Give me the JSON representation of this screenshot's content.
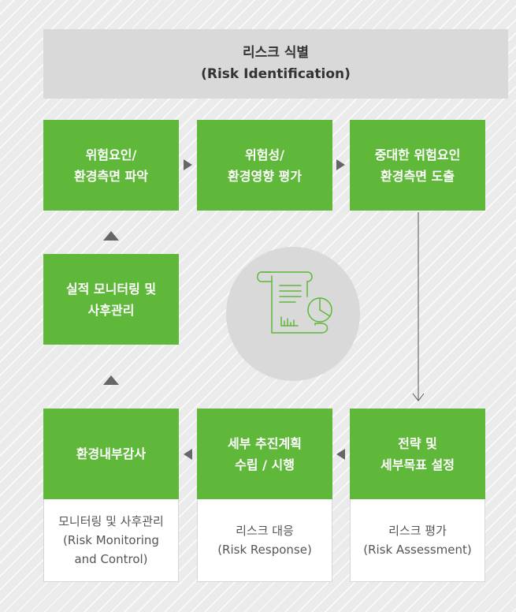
{
  "header": {
    "line1": "리스크 식별",
    "line2": "(Risk Identification)"
  },
  "steps": {
    "s1": {
      "line1": "위험요인/",
      "line2": "환경측면 파악"
    },
    "s2": {
      "line1": "위험성/",
      "line2": "환경영향 평가"
    },
    "s3": {
      "line1": "중대한 위험요인",
      "line2": "환경측면 도출"
    },
    "s4": {
      "line1": "실적 모니터링 및",
      "line2": "사후관리"
    },
    "s5": {
      "line1": "환경내부감사"
    },
    "s6": {
      "line1": "세부 추진계획",
      "line2": "수립 / 시행"
    },
    "s7": {
      "line1": "전략 및",
      "line2": "세부목표 설정"
    }
  },
  "phases": {
    "monitoring": {
      "line1": "모니터링 및 사후관리",
      "line2": "(Risk Monitoring",
      "line3": "and Control)"
    },
    "response": {
      "line1": "리스크 대응",
      "line2": "(Risk Response)"
    },
    "assessment": {
      "line1": "리스크 평가",
      "line2": "(Risk Assessment)"
    }
  },
  "colors": {
    "green": "#5fb83a",
    "arrow": "#666666",
    "header_bg": "#d9d9d9",
    "icon_green": "#5fb83a"
  },
  "icons": {
    "center": "report-document-chart-icon"
  }
}
